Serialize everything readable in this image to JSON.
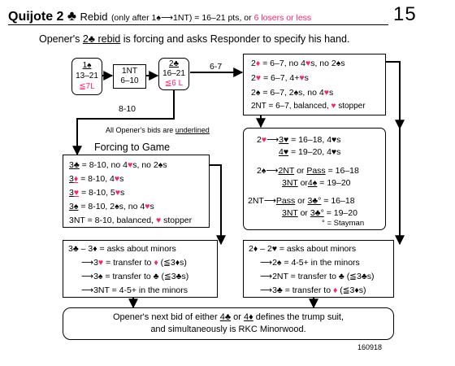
{
  "header": {
    "title": "Quijote 2",
    "title_suit": "♣",
    "title_word": "Rebid",
    "cond_pre": "(only after 1",
    "cond_suit": "♠",
    "cond_arrow": "⟶",
    "cond_post": "1NT)",
    "cond_pts": "= 16–21 pts, or",
    "cond_losers": "6 losers or less",
    "page_number": "15"
  },
  "subtitle": {
    "pre": "Opener's",
    "bid": "2♣ rebid",
    "post": "is forcing and asks Responder to specify his hand."
  },
  "flow": {
    "box1": {
      "l1_pre": "1",
      "l1_suit": "♠",
      "l2": "13–21",
      "l3": "≦7L"
    },
    "box2": {
      "l1": "1NT",
      "l2": "6–10"
    },
    "box3": {
      "l1_pre": "2",
      "l1_suit": "♣",
      "l2": "16–21",
      "l3": "≦6 L"
    },
    "edge_67": "6-7",
    "edge_810": "8-10"
  },
  "note_underlined": {
    "pre": "All Opener's bids are",
    "word": "underlined"
  },
  "forcing_title": "Forcing to Game",
  "forcing_box": {
    "r1": {
      "pre": "3",
      "suit": "♣",
      "mid": "= 8-10, no 4",
      "s2": "♥",
      "mid2": "s, no 2",
      "s3": "♠",
      "end": "s"
    },
    "r2": {
      "pre": "3",
      "suit": "♦",
      "mid": "= 8-10, 4",
      "s2": "♥",
      "end": "s"
    },
    "r3": {
      "pre": "3",
      "suit": "♥",
      "mid": "= 8-10, 5",
      "s2": "♥",
      "end": "s"
    },
    "r4": {
      "pre": "3",
      "suit": "♠",
      "mid": "= 8-10, 2",
      "s2": "♠",
      "mid2": "s, no 4",
      "s3": "♥",
      "end": "s"
    },
    "r5": {
      "pre": "3NT = 8-10, balanced,",
      "suit": "♥",
      "end": "stopper"
    }
  },
  "response67_box": {
    "r1": {
      "pre": "2",
      "suit": "♦",
      "mid": "= 6–7, no 4",
      "s2": "♥",
      "mid2": "s, no 2",
      "s3": "♠",
      "end": "s"
    },
    "r2": {
      "pre": "2",
      "suit": "♥",
      "mid": "= 6–7, 4+",
      "s2": "♥",
      "end": "s"
    },
    "r3": {
      "pre": "2",
      "suit": "♠",
      "mid": "= 6–7, 2",
      "s2": "♠",
      "mid2": "s, no 4",
      "s3": "♥",
      "end": "s"
    },
    "r4": {
      "pre": "2NT = 6–7, balanced,",
      "suit": "♥",
      "end": "stopper"
    }
  },
  "rebid_box": {
    "a1": {
      "pre": "2",
      "suit": "♥",
      "arr": "⟶",
      "bid": "3♥",
      "end": "= 16–18, 4♥s"
    },
    "a2": {
      "bid": "4♥",
      "end": "= 19–20, 4♥s"
    },
    "b1": {
      "pre": "2",
      "suit": "♠",
      "arr": "⟶",
      "bid": "2NT",
      "or": "or",
      "bid2": "Pass",
      "end": "= 16–18"
    },
    "b2": {
      "bid": "3NT",
      "or": "or",
      "bid2": "4♠",
      "end": "= 19–20"
    },
    "c1": {
      "pre": "2NT",
      "arr": "⟶",
      "bid": "Pass",
      "or": "or",
      "bid2": "3♣°",
      "end": "= 16–18"
    },
    "c2": {
      "bid": "3NT",
      "or": "or",
      "bid2": "3♣°",
      "end": "= 19–20"
    },
    "c3": "° = Stayman"
  },
  "minors_left": {
    "r1": {
      "pre": "3♣ – 3♦",
      "end": "= asks about minors"
    },
    "r2": {
      "arr": "⟶",
      "pre": "3",
      "suit": "♥",
      "mid": "= transfer to",
      "s2": "♦",
      "end": "(≦3♦s)"
    },
    "r3": {
      "arr": "⟶",
      "pre": "3",
      "suit": "♠",
      "mid": "= transfer to",
      "s2": "♣",
      "end": "(≦3♣s)"
    },
    "r4": {
      "arr": "⟶",
      "pre": "3NT = 4-5+ in the minors"
    }
  },
  "minors_right": {
    "r1": {
      "pre": "2♦ – 2♥",
      "end": "= asks about minors"
    },
    "r2": {
      "arr": "⟶",
      "pre": "2",
      "suit": "♠",
      "mid": "= 4-5+ in the minors"
    },
    "r3": {
      "arr": "⟶",
      "pre": "2NT = transfer to",
      "s2": "♣",
      "end": "(≦3♣s)"
    },
    "r4": {
      "arr": "⟶",
      "pre": "3",
      "suit": "♣",
      "mid": "= transfer to",
      "s2": "♦",
      "end": "(≦3♦s)"
    }
  },
  "bottom_box": {
    "l1_pre": "Opener's next bid of either",
    "l1_b1": "4♣",
    "l1_or": "or",
    "l1_b2": "4♦",
    "l1_post": "defines the trump suit,",
    "l2": "and simultaneously is RKC Minorwood."
  },
  "footer_code": "160918",
  "colors": {
    "accent_red": "#ff1f6e",
    "line": "#000000"
  }
}
